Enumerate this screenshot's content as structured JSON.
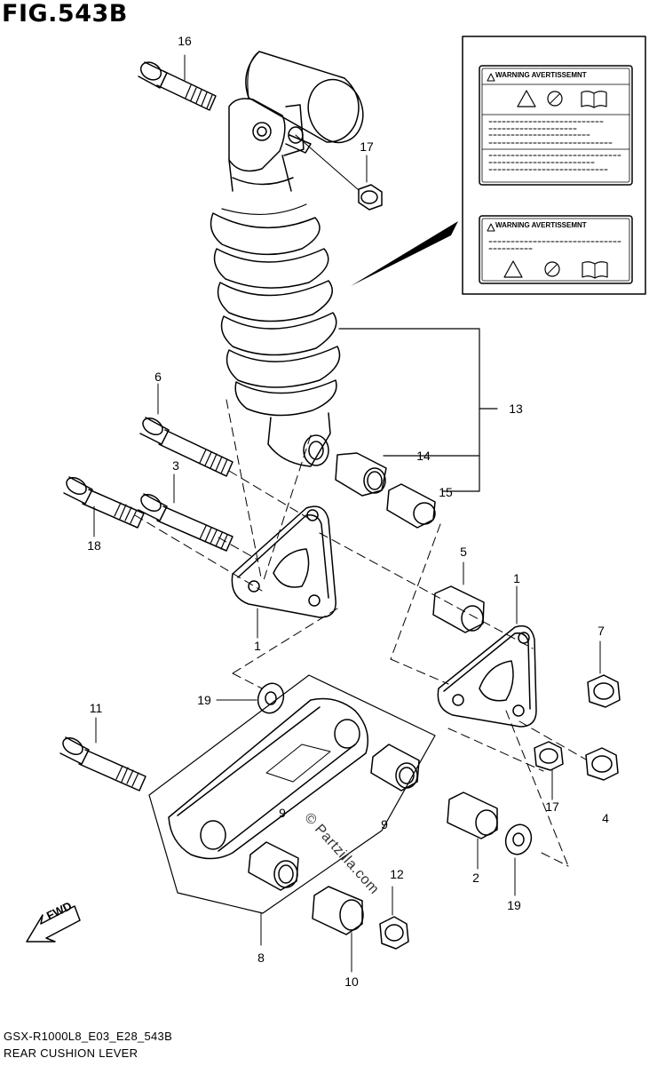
{
  "figure": {
    "title": "FIG.543B",
    "model_code": "GSX-R1000L8_E03_E28_543B",
    "section_name": "REAR CUSHION LEVER",
    "watermark": "© Partzilla.com",
    "forward_marker": "FWD"
  },
  "warning_labels": [
    {
      "heading": "WARNING AVERTISSEMNT"
    },
    {
      "heading": "WARNING AVERTISSEMNT"
    }
  ],
  "callouts": [
    {
      "id": "16"
    },
    {
      "id": "17"
    },
    {
      "id": "13"
    },
    {
      "id": "14"
    },
    {
      "id": "15"
    },
    {
      "id": "6"
    },
    {
      "id": "3"
    },
    {
      "id": "18"
    },
    {
      "id": "5"
    },
    {
      "id": "1"
    },
    {
      "id": "1"
    },
    {
      "id": "7"
    },
    {
      "id": "19"
    },
    {
      "id": "11"
    },
    {
      "id": "9"
    },
    {
      "id": "9"
    },
    {
      "id": "17"
    },
    {
      "id": "4"
    },
    {
      "id": "2"
    },
    {
      "id": "12"
    },
    {
      "id": "19"
    },
    {
      "id": "8"
    },
    {
      "id": "10"
    }
  ]
}
